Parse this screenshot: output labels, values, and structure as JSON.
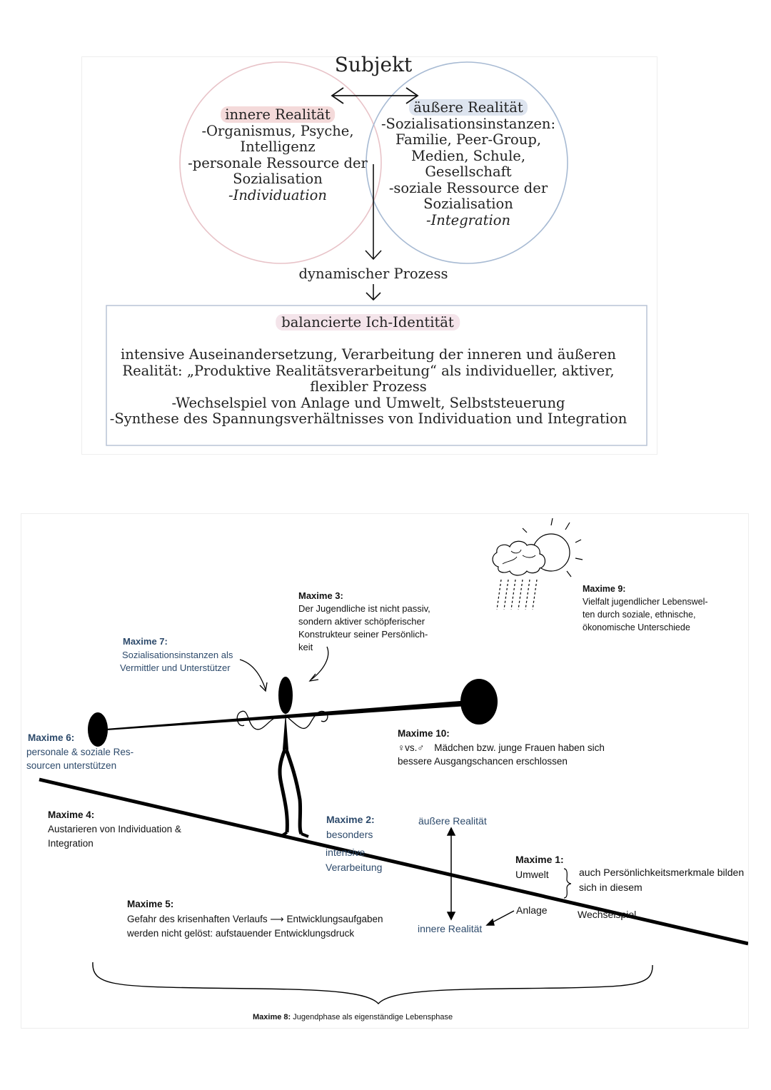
{
  "top": {
    "subject": "Subjekt",
    "inner": {
      "title": "innere Realität",
      "lines": [
        "-Organismus, Psyche,",
        "Intelligenz",
        "-personale Ressource der",
        "Sozialisation",
        "-Individuation"
      ]
    },
    "outer": {
      "title": "äußere Realität",
      "lines": [
        "-Sozialisationsinstanzen:",
        "Familie, Peer-Group,",
        "Medien, Schule,",
        "Gesellschaft",
        "-soziale Ressource der",
        "Sozialisation",
        "-Integration"
      ]
    },
    "process": "dynamischer Prozess",
    "identity": {
      "title": "balancierte Ich-Identität",
      "lines": [
        "intensive Auseinandersetzung, Verarbeitung der inneren und äußeren",
        "Realität: „Produktive Realitätsverarbeitung“ als individueller, aktiver,",
        "flexibler Prozess",
        "-Wechselspiel von Anlage und Umwelt, Selbststeuerung",
        "-Synthese des Spannungsverhältnisses von Individuation und Integration"
      ]
    },
    "colors": {
      "inner_circle": "#e8c3c8",
      "outer_circle": "#a7bad3",
      "box_border": "#b8c4d6"
    }
  },
  "bottom": {
    "m1": {
      "title": "Maxime 1:",
      "umwelt": "Umwelt",
      "anlage": "Anlage",
      "text1": "auch Persönlichkeitsmerkmale bilden",
      "text2": "sich in diesem",
      "text3": "Wechselspiel"
    },
    "m2": {
      "title": "Maxime 2:",
      "lines": [
        "besonders",
        "intensive",
        "Verarbeitung"
      ]
    },
    "m3": {
      "title": "Maxime 3:",
      "lines": [
        "Der Jugendliche ist nicht passiv,",
        "sondern aktiver schöpferischer",
        "Konstrukteur seiner Persönlich-",
        "keit"
      ]
    },
    "m4": {
      "title": "Maxime 4:",
      "lines": [
        "Austarieren von Individuation &",
        "Integration"
      ]
    },
    "m5": {
      "title": "Maxime 5:",
      "lines": [
        "Gefahr des krisenhaften Verlaufs ⟶ Entwicklungsaufgaben",
        "werden nicht gelöst: aufstauender Entwicklungsdruck"
      ]
    },
    "m6": {
      "title": "Maxime 6:",
      "lines": [
        "personale & soziale Res-",
        "sourcen unterstützen"
      ]
    },
    "m7": {
      "title": "Maxime 7:",
      "lines": [
        "Sozialisationsinstanzen als",
        "Vermittler und Unterstützer"
      ]
    },
    "m8": {
      "title": "Maxime 8:",
      "text": "Jugendphase als eigenständige Lebensphase"
    },
    "m9": {
      "title": "Maxime 9:",
      "lines": [
        "Vielfalt jugendlicher Lebenswel-",
        "ten durch soziale, ethnische,",
        "ökonomische Unterschiede"
      ]
    },
    "m10": {
      "title": "Maxime 10:",
      "symbols": "♀vs.♂",
      "lines": [
        "Mädchen bzw. junge Frauen haben sich",
        "bessere Ausgangschancen erschlossen"
      ]
    },
    "outer_reality": "äußere Realität",
    "inner_reality": "innere Realität"
  }
}
